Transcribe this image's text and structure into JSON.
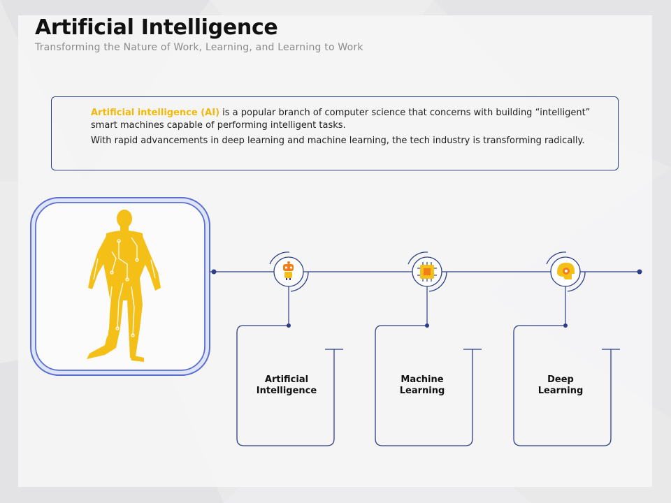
{
  "header": {
    "title": "Artificial Intelligence",
    "subtitle": "Transforming the Nature of Work, Learning, and Learning to Work"
  },
  "intro": {
    "highlight": "Artificial intelligence (AI)",
    "line1_rest": " is a popular branch of computer science that concerns with building “intelligent” smart machines capable of performing intelligent tasks.",
    "line2": "With rapid advancements in deep learning and machine learning, the tech industry is transforming radically."
  },
  "figure": {
    "icon": "circuit-human-figure-icon"
  },
  "nodes": [
    {
      "line1": "Artificial",
      "line2": "Intelligence",
      "icon": "robot-icon"
    },
    {
      "line1": "Machine",
      "line2": "Learning",
      "icon": "cpu-chip-icon"
    },
    {
      "line1": "Deep",
      "line2": "Learning",
      "icon": "brain-gear-icon"
    }
  ],
  "colors": {
    "accent_blue": "#2c3f86",
    "accent_yellow": "#f2b90c",
    "figure_frame": "#5a6fd0",
    "figure_frame_fill": "#dfe4f7",
    "orange": "#f07f1a"
  }
}
